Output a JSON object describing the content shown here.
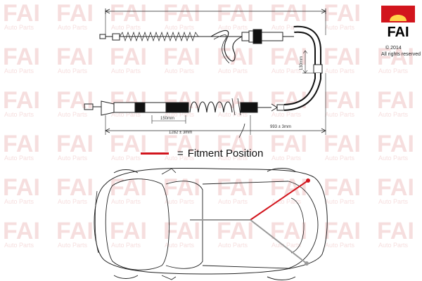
{
  "brand": {
    "logo_text": "FAI",
    "tagline": "Auto Parts",
    "copyright_line1": "© 2014",
    "copyright_line2": "All rights reserved",
    "accent_color": "#d2151d",
    "watermark_color": "#f6dede"
  },
  "legend": {
    "equals": "=",
    "label": "Fitment Position",
    "line_color": "#d2151d"
  },
  "dimensions": {
    "short_length": "150mm",
    "vertical_length": "130mm",
    "left_length": "1282 ± 3mm",
    "right_length": "993 ± 3mm"
  }
}
